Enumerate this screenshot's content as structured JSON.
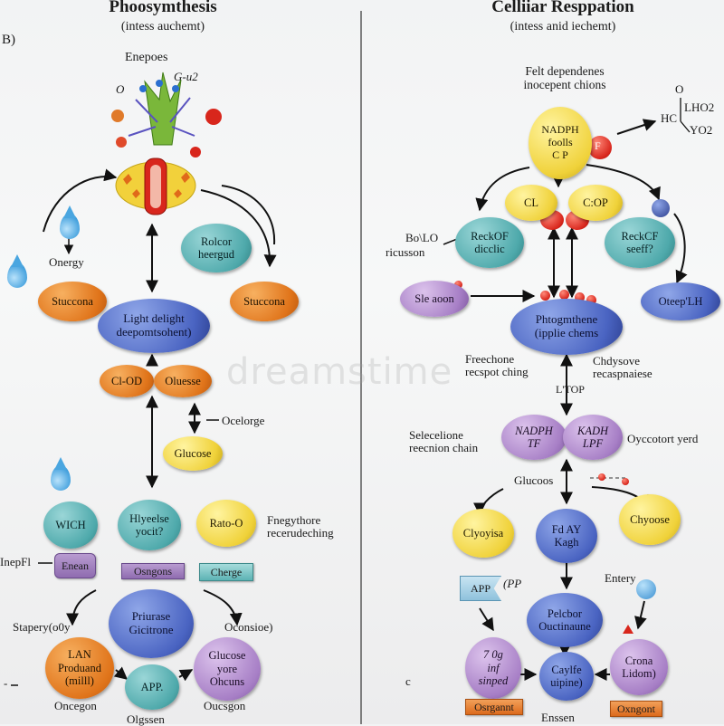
{
  "left": {
    "title": "Phoosymthesis",
    "subtitle": "(intess auchemt)",
    "panel_label": "B)",
    "enepoes": "Enepoes",
    "gu2": "G-u2",
    "o_label": "O",
    "onergy": "Onergy",
    "stuccona_left": "Stuccona",
    "stuccona_right": "Stuccona",
    "rolcor": "Rolcor\nheergud",
    "light": "Light delight\ndeepomtsohent)",
    "clod": "Cl-OD",
    "oluesse": "Oluesse",
    "ocelorge": "Ocelorge",
    "glucose": "Glucose",
    "wich": "WICH",
    "hlyeelse": "Hlyeelse\nyocit?",
    "ratoo": "Rato-O",
    "fnegythore": "Fnegythore\nrecerudeching",
    "inepfi": "InepFl",
    "enean": "Enean",
    "osngons": "Osngons",
    "cherge": "Cherge",
    "stapery": "Stapery(o0y",
    "priurase": "Priurase\nGicitrone",
    "oconsioe": "Oconsioe)",
    "lan": "LAN\nProduand\n(milll)",
    "glucose_yore": "Glucose\nyore\nOhcuns",
    "app": "APP.",
    "oncegon_left": "Oncegon",
    "oucsgon": "Oucsgon",
    "olgssen": "Olgssen",
    "dash": "-"
  },
  "right": {
    "title": "Celliiar Resppation",
    "subtitle": "(intess anid iechemt)",
    "felt": "Felt dependenes\ninocepent chions",
    "o": "O",
    "lho2": "LHO2",
    "hc": "HC",
    "yo2": "YO2",
    "nadph_top": "NADPH\nfoolls\nC P",
    "f": "F",
    "cl": "CL",
    "cop": "C:OP",
    "bolo": "Bo\\LO",
    "ricusson": "ricusson",
    "reckof_left": "ReckOF\ndicclic",
    "reckof_right": "ReckCF\nseeff?",
    "sle_aoon": "Sle aoon",
    "oteep": "Oteep'LH",
    "phtogu": "Phtogmthene\n(ipplie chems",
    "freechone": "Freechone\nrecspot ching",
    "chdysove": "Chdysove\nrecaspnaiese",
    "ltop": "L'TOP",
    "selecelione": "Selecelione\nreecnion chain",
    "nadph_tf": "NADPH\nTF",
    "kadh": "KADH\nLPF",
    "oyccotort": "Oyccotort yerd",
    "glucoos": "Glucoos",
    "clyoyisa": "Clyoyisa",
    "fdaykagh": "Fd AY\nKagh",
    "chyoose": "Chyoose",
    "app": "APP",
    "pp": "(PP",
    "entery": "Entery",
    "pelcbor": "Pelcbor\nOuctinaune",
    "zog": "7 0g\ninf\nsinped",
    "caylfe": "Caylfe\nuipine)",
    "crona": "Crona\nLidom)",
    "c": "c",
    "osrgannt": "Osrgannt",
    "oxngont": "Oxngont",
    "enssen": "Enssen"
  },
  "watermark": "dreamstime",
  "colors": {
    "orange": "#e0741a",
    "blue": "#4a64c2",
    "teal": "#4ea9ab",
    "yellow": "#f0d23a",
    "purple": "#a77fc6",
    "red": "#d8261c",
    "green": "#7ab73a"
  }
}
